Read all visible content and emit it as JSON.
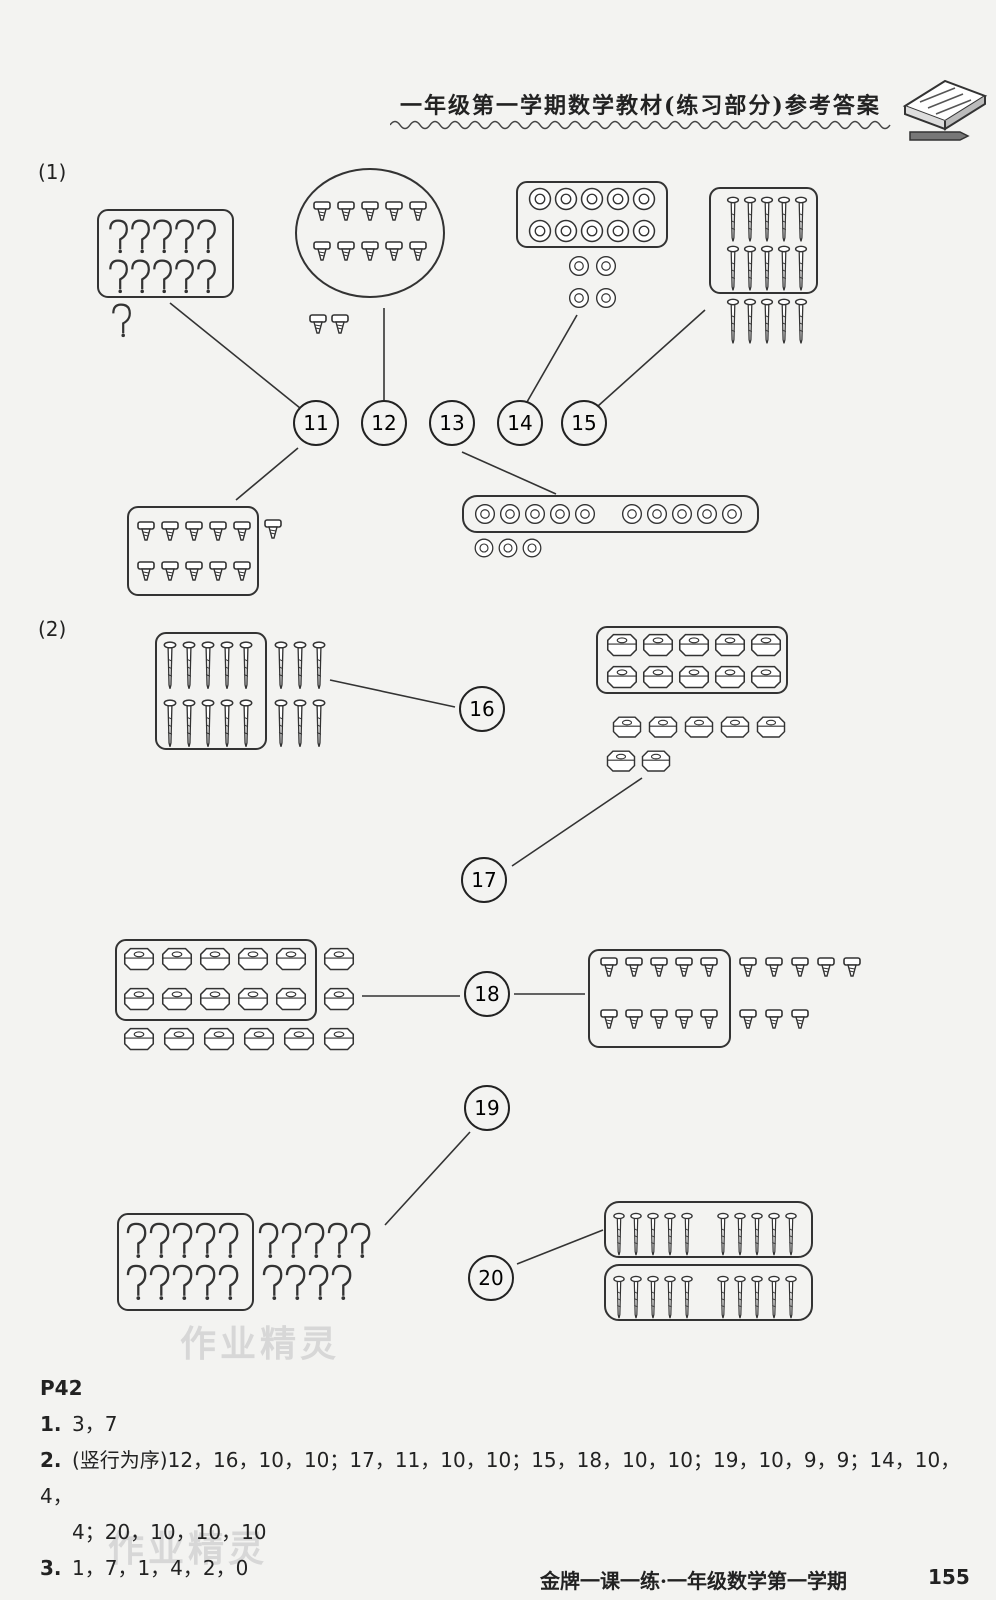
{
  "header": {
    "title": "一年级第一学期数学教材(练习部分)参考答案"
  },
  "sections": {
    "part1": "(1)",
    "part2": "(2)"
  },
  "circles": [
    {
      "label": "11"
    },
    {
      "label": "12"
    },
    {
      "label": "13"
    },
    {
      "label": "14"
    },
    {
      "label": "15"
    },
    {
      "label": "16"
    },
    {
      "label": "17"
    },
    {
      "label": "18"
    },
    {
      "label": "19"
    },
    {
      "label": "20"
    }
  ],
  "answers": {
    "page": "P42",
    "items": [
      {
        "num": "1.",
        "text": "3，7"
      },
      {
        "num": "2.",
        "text": "(竖行为序)12，16，10，10；17，11，10，10；15，18，10，10；19，10，9，9；14，10，4，",
        "cont": "4；20，10，10，10"
      },
      {
        "num": "3.",
        "text": "1，7，1，4，2，0"
      }
    ]
  },
  "watermarks": {
    "w1": "作业精灵",
    "w2": "作业精灵"
  },
  "footer": {
    "text": "金牌一课一练·一年级数学第一学期",
    "page_number": "155"
  }
}
